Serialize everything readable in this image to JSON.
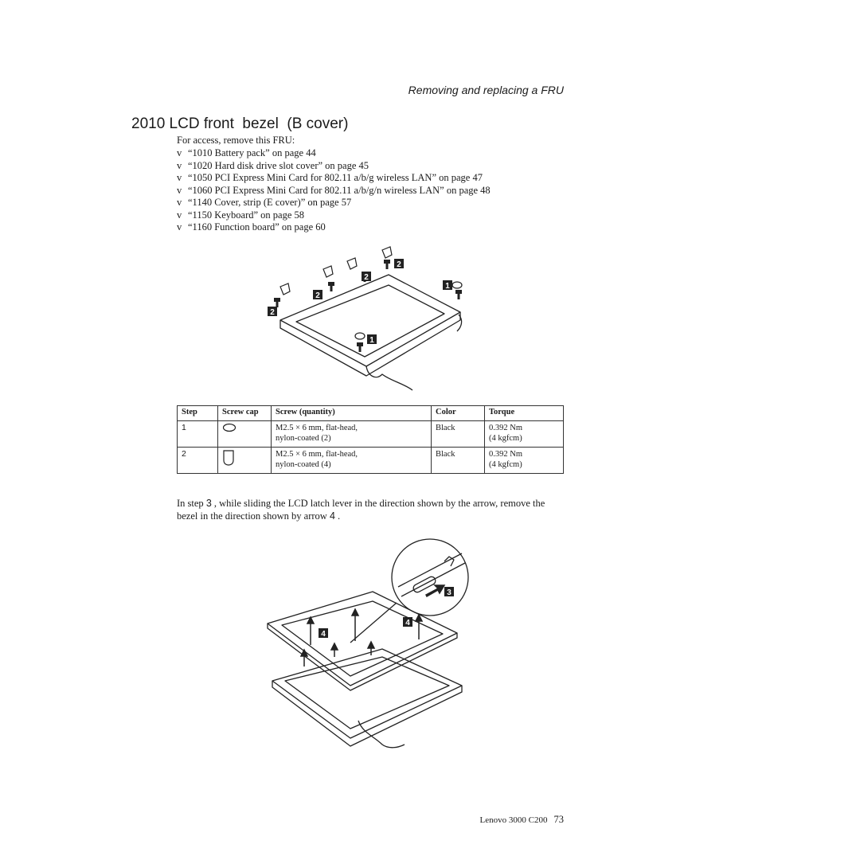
{
  "header": {
    "running_title": "Removing and replacing a FRU"
  },
  "section": {
    "title": "2010 LCD front  bezel  (B cover)"
  },
  "access": {
    "intro": "For access, remove this FRU:",
    "bullet": "v",
    "items": [
      "“1010 Battery pack” on page 44",
      "“1020 Hard disk drive slot cover” on page 45",
      "“1050 PCI Express Mini Card for 802.11 a/b/g wireless LAN” on page 47",
      "“1060 PCI Express Mini Card for 802.11 a/b/g/n wireless LAN” on page 48",
      "“1140 Cover, strip (E cover)” on page 57",
      "“1150 Keyboard” on page 58",
      "“1160 Function board” on page 60"
    ]
  },
  "figure1": {
    "callouts": [
      "2",
      "2",
      "1",
      "2",
      "2",
      "1"
    ]
  },
  "table": {
    "headers": [
      "Step",
      "Screw cap",
      "Screw (quantity)",
      "Color",
      "Torque"
    ],
    "rows": [
      {
        "step": "1",
        "cap_icon": "round-screw-cap-icon",
        "screw_line1": "M2.5 × 6 mm, flat-head,",
        "screw_line2": "nylon-coated (2)",
        "color": "Black",
        "torque_line1": "0.392 Nm",
        "torque_line2": "(4 kgfcm)"
      },
      {
        "step": "2",
        "cap_icon": "square-screw-cap-icon",
        "screw_line1": "M2.5 × 6 mm, flat-head,",
        "screw_line2": "nylon-coated (4)",
        "color": "Black",
        "torque_line1": "0.392 Nm",
        "torque_line2": "(4 kgfcm)"
      }
    ]
  },
  "instruction": {
    "t1": "In step ",
    "step_a": "3",
    "t2": " , while sliding the LCD latch lever in the direction shown by the arrow, remove the bezel in the direction shown by arrow ",
    "step_b": "4",
    "t3": " ."
  },
  "figure2": {
    "callouts": [
      "3",
      "4",
      "4"
    ]
  },
  "footer": {
    "product": "Lenovo 3000 C200",
    "page_number": "73"
  }
}
